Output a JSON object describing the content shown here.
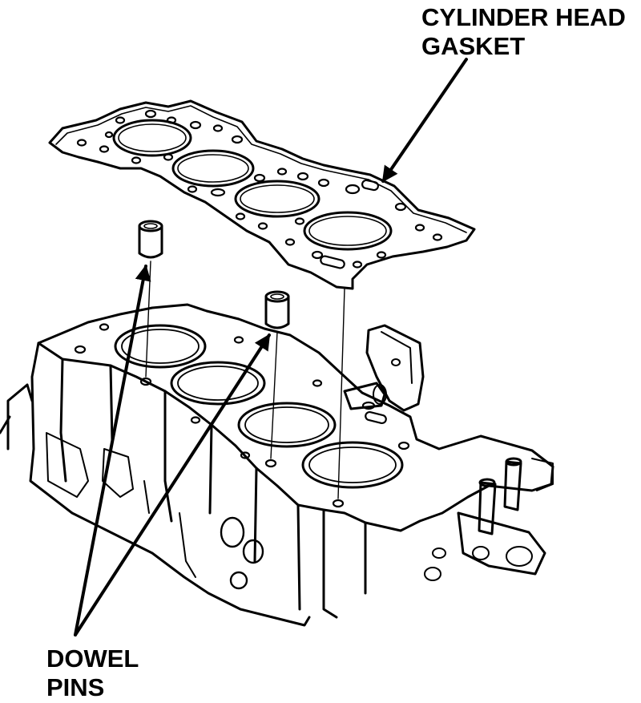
{
  "labels": {
    "cylinder_head_gasket": {
      "line1": "CYLINDER HEAD",
      "line2": "GASKET"
    },
    "dowel_pins": {
      "line1": "DOWEL",
      "line2": "PINS"
    }
  },
  "colors": {
    "ink": "#000000",
    "paper": "#ffffff"
  }
}
